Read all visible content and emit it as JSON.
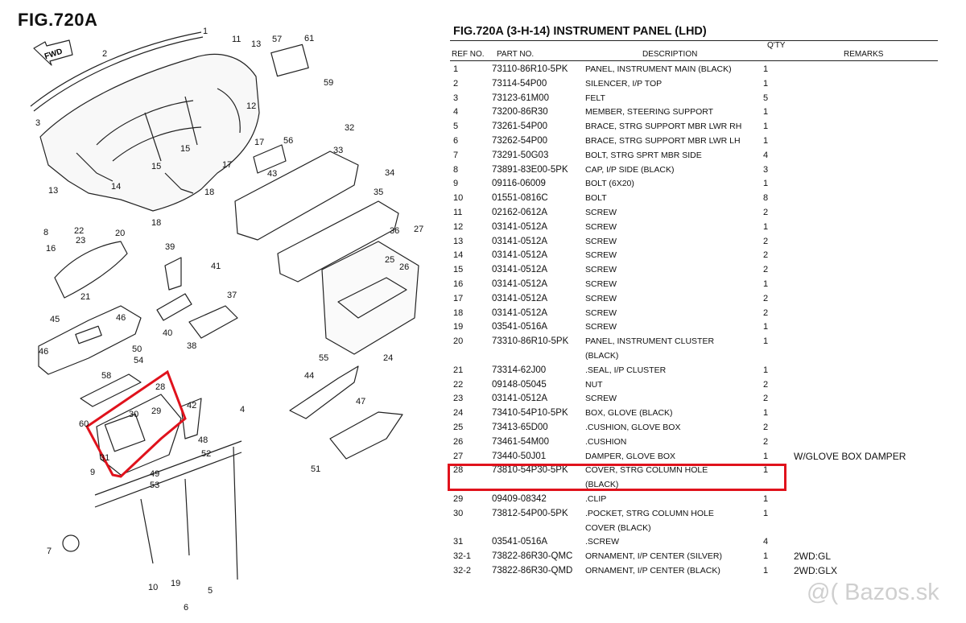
{
  "figure": {
    "label": "FIG.720A",
    "fwd_label": "FWD",
    "callouts": [
      "1",
      "2",
      "3",
      "4",
      "5",
      "6",
      "7",
      "8",
      "9",
      "10",
      "11",
      "12",
      "13",
      "13",
      "14",
      "15",
      "15",
      "16",
      "17",
      "17",
      "18",
      "18",
      "19",
      "20",
      "21",
      "22",
      "23",
      "24",
      "25",
      "26",
      "27",
      "28",
      "29",
      "30",
      "31",
      "32",
      "33",
      "34",
      "35",
      "36",
      "37",
      "38",
      "39",
      "40",
      "41",
      "42",
      "43",
      "44",
      "45",
      "46",
      "46",
      "47",
      "48",
      "49",
      "50",
      "51",
      "52",
      "53",
      "54",
      "55",
      "56",
      "57",
      "58",
      "59",
      "60",
      "61"
    ]
  },
  "table": {
    "title": "FIG.720A (3-H-14) INSTRUMENT PANEL (LHD)",
    "headers": {
      "ref": "REF NO.",
      "part": "PART NO.",
      "desc": "DESCRIPTION",
      "qty": "Q'TY",
      "remarks": "REMARKS"
    },
    "rows": [
      {
        "ref": "1",
        "part": "73110-86R10-5PK",
        "desc": "PANEL, INSTRUMENT MAIN (BLACK)",
        "qty": "1",
        "remarks": ""
      },
      {
        "ref": "2",
        "part": "73114-54P00",
        "desc": "SILENCER, I/P TOP",
        "qty": "1",
        "remarks": ""
      },
      {
        "ref": "3",
        "part": "73123-61M00",
        "desc": "FELT",
        "qty": "5",
        "remarks": ""
      },
      {
        "ref": "4",
        "part": "73200-86R30",
        "desc": "MEMBER, STEERING SUPPORT",
        "qty": "1",
        "remarks": ""
      },
      {
        "ref": "5",
        "part": "73261-54P00",
        "desc": "BRACE, STRG SUPPORT MBR LWR RH",
        "qty": "1",
        "remarks": ""
      },
      {
        "ref": "6",
        "part": "73262-54P00",
        "desc": "BRACE, STRG SUPPORT MBR LWR LH",
        "qty": "1",
        "remarks": ""
      },
      {
        "ref": "7",
        "part": "73291-50G03",
        "desc": "BOLT, STRG SPRT MBR SIDE",
        "qty": "4",
        "remarks": ""
      },
      {
        "ref": "8",
        "part": "73891-83E00-5PK",
        "desc": "CAP, I/P SIDE (BLACK)",
        "qty": "3",
        "remarks": ""
      },
      {
        "ref": "9",
        "part": "09116-06009",
        "desc": "BOLT (6X20)",
        "qty": "1",
        "remarks": ""
      },
      {
        "ref": "10",
        "part": "01551-0816C",
        "desc": "BOLT",
        "qty": "8",
        "remarks": ""
      },
      {
        "ref": "11",
        "part": "02162-0612A",
        "desc": "SCREW",
        "qty": "2",
        "remarks": ""
      },
      {
        "ref": "12",
        "part": "03141-0512A",
        "desc": "SCREW",
        "qty": "1",
        "remarks": ""
      },
      {
        "ref": "13",
        "part": "03141-0512A",
        "desc": "SCREW",
        "qty": "2",
        "remarks": ""
      },
      {
        "ref": "14",
        "part": "03141-0512A",
        "desc": "SCREW",
        "qty": "2",
        "remarks": ""
      },
      {
        "ref": "15",
        "part": "03141-0512A",
        "desc": "SCREW",
        "qty": "2",
        "remarks": ""
      },
      {
        "ref": "16",
        "part": "03141-0512A",
        "desc": "SCREW",
        "qty": "1",
        "remarks": ""
      },
      {
        "ref": "17",
        "part": "03141-0512A",
        "desc": "SCREW",
        "qty": "2",
        "remarks": ""
      },
      {
        "ref": "18",
        "part": "03141-0512A",
        "desc": "SCREW",
        "qty": "2",
        "remarks": ""
      },
      {
        "ref": "19",
        "part": "03541-0516A",
        "desc": "SCREW",
        "qty": "1",
        "remarks": ""
      },
      {
        "ref": "20",
        "part": "73310-86R10-5PK",
        "desc": "PANEL, INSTRUMENT CLUSTER",
        "desc2": "(BLACK)",
        "qty": "1",
        "remarks": ""
      },
      {
        "ref": "21",
        "part": "73314-62J00",
        "desc": ".SEAL, I/P CLUSTER",
        "qty": "1",
        "remarks": ""
      },
      {
        "ref": "22",
        "part": "09148-05045",
        "desc": "NUT",
        "qty": "2",
        "remarks": ""
      },
      {
        "ref": "23",
        "part": "03141-0512A",
        "desc": "SCREW",
        "qty": "2",
        "remarks": ""
      },
      {
        "ref": "24",
        "part": "73410-54P10-5PK",
        "desc": "BOX, GLOVE (BLACK)",
        "qty": "1",
        "remarks": ""
      },
      {
        "ref": "25",
        "part": "73413-65D00",
        "desc": ".CUSHION, GLOVE BOX",
        "qty": "2",
        "remarks": ""
      },
      {
        "ref": "26",
        "part": "73461-54M00",
        "desc": ".CUSHION",
        "qty": "2",
        "remarks": ""
      },
      {
        "ref": "27",
        "part": "73440-50J01",
        "desc": "DAMPER, GLOVE BOX",
        "qty": "1",
        "remarks": "W/GLOVE BOX DAMPER"
      },
      {
        "ref": "28",
        "part": "73810-54P30-5PK",
        "desc": "COVER, STRG COLUMN HOLE",
        "desc2": "(BLACK)",
        "qty": "1",
        "remarks": ""
      },
      {
        "ref": "29",
        "part": "09409-08342",
        "desc": ".CLIP",
        "qty": "1",
        "remarks": ""
      },
      {
        "ref": "30",
        "part": "73812-54P00-5PK",
        "desc": ".POCKET, STRG COLUMN HOLE",
        "desc2": "COVER (BLACK)",
        "qty": "1",
        "remarks": ""
      },
      {
        "ref": "31",
        "part": "03541-0516A",
        "desc": ".SCREW",
        "qty": "4",
        "remarks": ""
      },
      {
        "ref": "32-1",
        "part": "73822-86R30-QMC",
        "desc": "ORNAMENT, I/P CENTER (SILVER)",
        "qty": "1",
        "remarks": "2WD:GL"
      },
      {
        "ref": "32-2",
        "part": "73822-86R30-QMD",
        "desc": "ORNAMENT, I/P CENTER (BLACK)",
        "qty": "1",
        "remarks": "2WD:GLX"
      }
    ]
  },
  "watermark": "@( Bazos.sk",
  "colors": {
    "highlight": "#e0121c",
    "ink": "#111111"
  }
}
